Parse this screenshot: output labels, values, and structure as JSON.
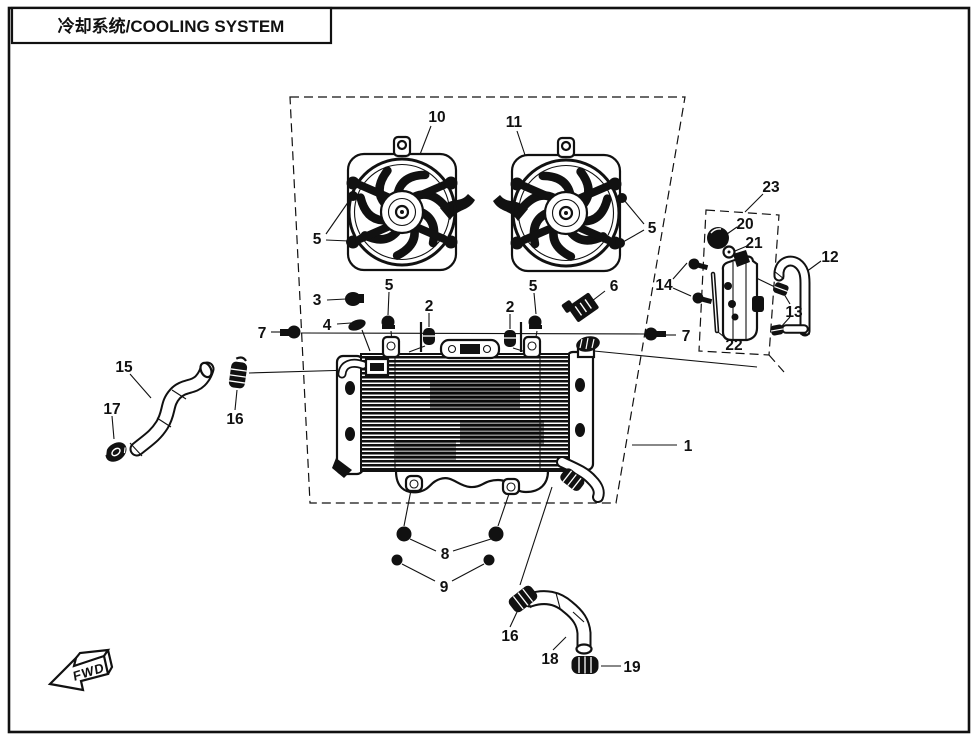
{
  "page": {
    "title": "冷却系统/COOLING SYSTEM"
  },
  "diagram": {
    "fwd_label": "FWD",
    "colors": {
      "line": "#111111",
      "background": "#ffffff"
    },
    "callouts": [
      {
        "id": "callout-10",
        "label": "10"
      },
      {
        "id": "callout-11",
        "label": "11"
      },
      {
        "id": "callout-5-left-fan",
        "label": "5"
      },
      {
        "id": "callout-5-right-fan",
        "label": "5"
      },
      {
        "id": "callout-3",
        "label": "3"
      },
      {
        "id": "callout-4",
        "label": "4"
      },
      {
        "id": "callout-7-left",
        "label": "7"
      },
      {
        "id": "callout-5-left-radiator",
        "label": "5"
      },
      {
        "id": "callout-2-left",
        "label": "2"
      },
      {
        "id": "callout-2-right",
        "label": "2"
      },
      {
        "id": "callout-5-right-radiator",
        "label": "5"
      },
      {
        "id": "callout-6",
        "label": "6"
      },
      {
        "id": "callout-14",
        "label": "14"
      },
      {
        "id": "callout-7-right",
        "label": "7"
      },
      {
        "id": "callout-23",
        "label": "23"
      },
      {
        "id": "callout-20",
        "label": "20"
      },
      {
        "id": "callout-21",
        "label": "21"
      },
      {
        "id": "callout-12",
        "label": "12"
      },
      {
        "id": "callout-13",
        "label": "13"
      },
      {
        "id": "callout-22",
        "label": "22"
      },
      {
        "id": "callout-15",
        "label": "15"
      },
      {
        "id": "callout-17",
        "label": "17"
      },
      {
        "id": "callout-16-upper",
        "label": "16"
      },
      {
        "id": "callout-1",
        "label": "1"
      },
      {
        "id": "callout-8",
        "label": "8"
      },
      {
        "id": "callout-9",
        "label": "9"
      },
      {
        "id": "callout-16-lower",
        "label": "16"
      },
      {
        "id": "callout-18",
        "label": "18"
      },
      {
        "id": "callout-19",
        "label": "19"
      }
    ]
  }
}
